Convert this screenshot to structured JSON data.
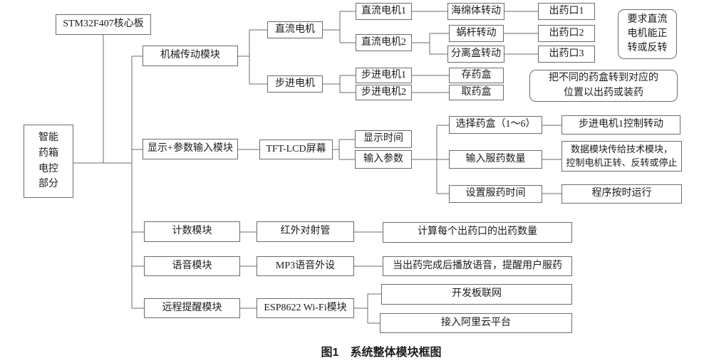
{
  "colors": {
    "border": "#6b6b6b",
    "line": "#6b6b6b",
    "text": "#1c1c1c",
    "bg": "#ffffff"
  },
  "caption": "图1　系统整体模块框图",
  "nodes": {
    "stm32": {
      "label": "STM32F407核心板"
    },
    "control_unit": {
      "lines": [
        "智能",
        "药箱",
        "电控",
        "部分"
      ]
    },
    "mech_module": {
      "label": "机械传动模块"
    },
    "dc_motor": {
      "label": "直流电机"
    },
    "step_motor": {
      "label": "步进电机"
    },
    "dc_motor1": {
      "label": "直流电机1"
    },
    "dc_motor2": {
      "label": "直流电机2"
    },
    "step_motor1": {
      "label": "步进电机1"
    },
    "step_motor2": {
      "label": "步进电机2"
    },
    "sponge": {
      "label": "海绵体转动"
    },
    "worm": {
      "label": "蜗杆转动"
    },
    "separator": {
      "label": "分离盒转动"
    },
    "storage_box": {
      "label": "存药盒"
    },
    "pickup_box": {
      "label": "取药盒"
    },
    "outlet1": {
      "label": "出药口1"
    },
    "outlet2": {
      "label": "出药口2"
    },
    "outlet3": {
      "label": "出药口3"
    },
    "note_dc": {
      "lines": [
        "要求直流",
        "电机能正",
        "转或反转"
      ]
    },
    "note_box": {
      "lines": [
        "把不同的药盒转到对应的",
        "位置以出药或装药"
      ]
    },
    "display_module": {
      "label": "显示+参数输入模块"
    },
    "tft": {
      "label": "TFT-LCD屏幕"
    },
    "show_time": {
      "label": "显示时间"
    },
    "input_param": {
      "label": "输入参数"
    },
    "select_box": {
      "label": "选择药盒（1～6）"
    },
    "step1_ctrl": {
      "label": "步进电机1控制转动"
    },
    "input_qty": {
      "label": "输入服药数量"
    },
    "data_note": {
      "lines": [
        "数据模块传给技术模块，",
        "控制电机正转、反转或停止"
      ]
    },
    "set_time": {
      "label": "设置服药时间"
    },
    "prog_run": {
      "label": "程序按时运行"
    },
    "count_module": {
      "label": "计数模块"
    },
    "ir_sensor": {
      "label": "红外对射管"
    },
    "calc_note": {
      "label": "计算每个出药口的出药数量"
    },
    "voice_module": {
      "label": "语音模块"
    },
    "mp3": {
      "label": "MP3语音外设"
    },
    "voice_note": {
      "label": "当出药完成后播放语音，提醒用户服药"
    },
    "remote_module": {
      "label": "远程提醒模块"
    },
    "esp_wifi": {
      "label": "ESP8622 Wi-Fi模块"
    },
    "dev_net": {
      "label": "开发板联网"
    },
    "aliyun": {
      "label": "接入阿里云平台"
    }
  }
}
